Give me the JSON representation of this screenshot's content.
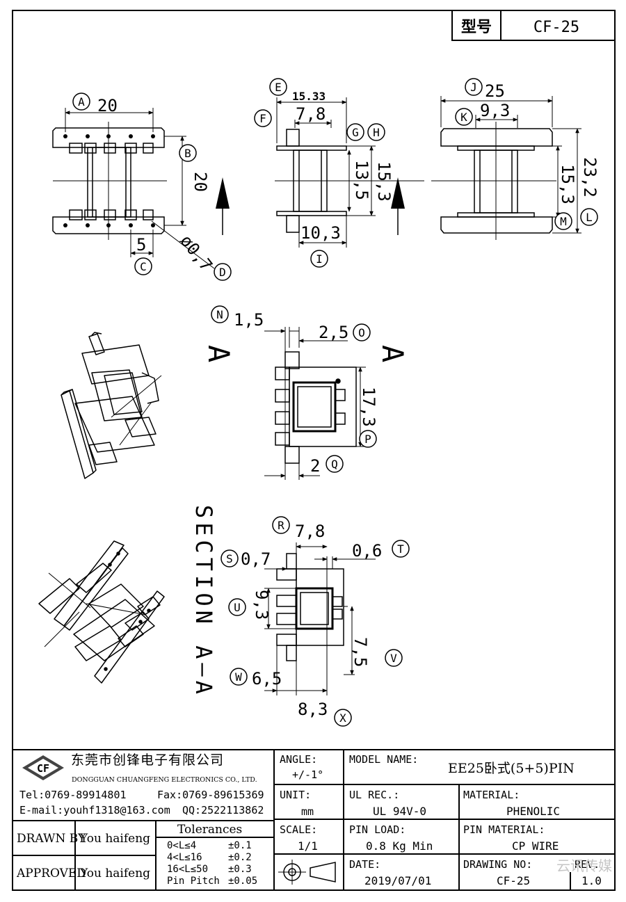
{
  "header": {
    "type_label": "型号",
    "type_value": "CF-25"
  },
  "dims": {
    "A": "20",
    "B": "20",
    "C": "5",
    "D": "ø0,7",
    "E": "15.33",
    "F": "7,8",
    "G": "15,3",
    "H": "13,5",
    "I": "10,3",
    "J": "25",
    "K": "9,3",
    "L": "23,2",
    "M": "15,3",
    "N": "1,5",
    "O": "2,5",
    "P": "17,3",
    "Q": "2",
    "R": "7,8",
    "S": "0,7",
    "T": "0,6",
    "U": "9,3",
    "V": "7,5",
    "W": "6,5",
    "X": "8,3"
  },
  "callouts": [
    "A",
    "B",
    "C",
    "D",
    "E",
    "F",
    "G",
    "H",
    "I",
    "J",
    "K",
    "L",
    "M",
    "N",
    "O",
    "P",
    "Q",
    "R",
    "S",
    "T",
    "U",
    "V",
    "W",
    "X"
  ],
  "section": {
    "view_label": "A",
    "title": "SECTION A—A"
  },
  "company": {
    "name_cn": "东莞市创锋电子有限公司",
    "name_en": "DONGGUAN CHUANGFENG ELECTRONICS CO., LTD.",
    "logo": "CF",
    "tel": "Tel:0769-89914801",
    "fax": "Fax:0769-89615369",
    "email": "E-mail:youhf1318@163.com",
    "qq": "QQ:2522113862"
  },
  "title_block": {
    "angle_label": "ANGLE:",
    "angle_value": "+/-1°",
    "model_label": "MODEL NAME:",
    "model_value": "EE25卧式(5+5)PIN",
    "unit_label": "UNIT:",
    "unit_value": "mm",
    "ul_label": "UL REC.:",
    "ul_value": "UL 94V-0",
    "material_label": "MATERIAL:",
    "material_value": "PHENOLIC",
    "drawn_label": "DRAWN BY",
    "drawn_value": "You haifeng",
    "approved_label": "APPROVED",
    "approved_value": "You haifeng",
    "tol_title": "Tolerances",
    "tolerances": [
      {
        "range": "0<L≤4",
        "value": "±0.1"
      },
      {
        "range": "4<L≤16",
        "value": "±0.2"
      },
      {
        "range": "16<L≤50",
        "value": "±0.3"
      },
      {
        "range": "Pin Pitch",
        "value": "±0.05"
      }
    ],
    "scale_label": "SCALE:",
    "scale_value": "1/1",
    "pinload_label": "PIN LOAD:",
    "pinload_value": "0.8 Kg Min",
    "pinmat_label": "PIN MATERIAL:",
    "pinmat_value": "CP WIRE",
    "date_label": "DATE:",
    "date_value": "2019/07/01",
    "drawing_no_label": "DRAWING NO:",
    "drawing_no_value": "CF-25",
    "rev_label": "REV.",
    "rev_value": "1.0"
  },
  "watermark": "云讯传媒"
}
